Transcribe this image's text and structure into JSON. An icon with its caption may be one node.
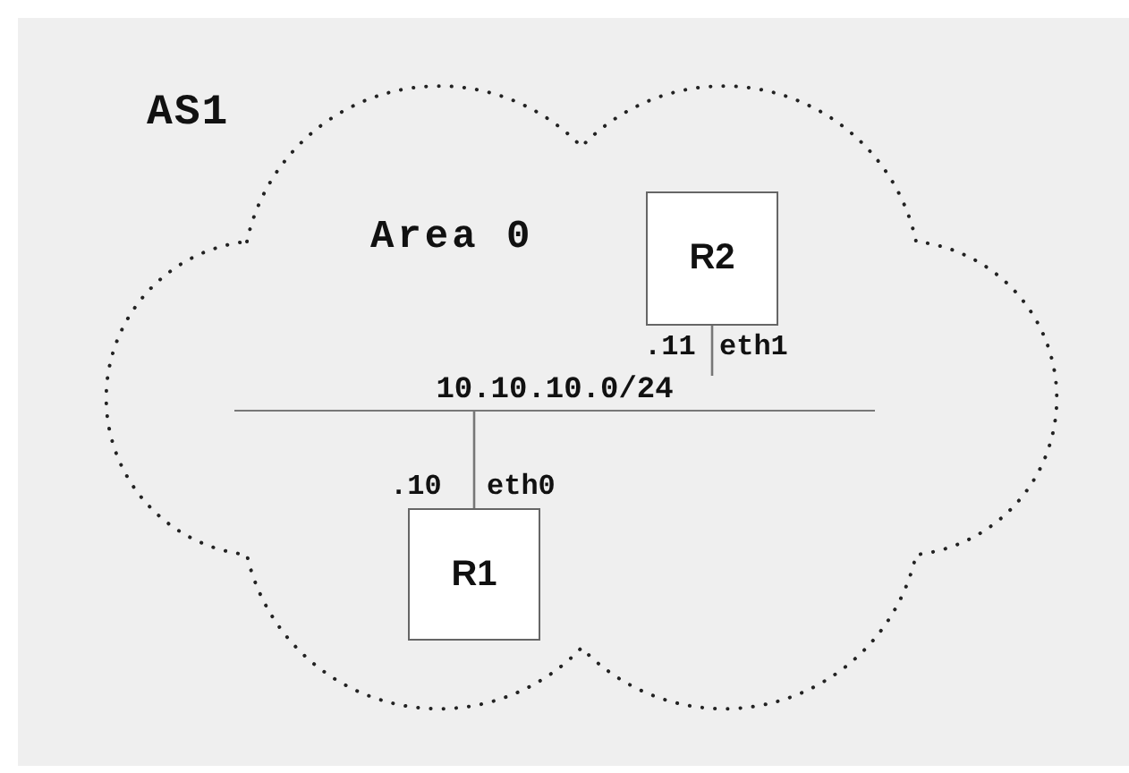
{
  "diagram": {
    "nodes": [
      {
        "text": [
          "AS1"
        ]
      },
      {
        "text": [
          "Area 0"
        ],
        "in": 0
      },
      {
        "text": [
          "R2"
        ],
        "in": 1
      },
      {
        "text": [
          "10.10.10.0/24"
        ],
        "in": 1
      },
      {
        "text": [
          "R1"
        ],
        "in": 1
      }
    ],
    "edges": [
      {
        "from": 2,
        "to": 3,
        "arrow": "none"
      },
      {
        "from": 3,
        "to": 4,
        "arrow": "none"
      }
    ],
    "labels": [
      ".11",
      "eth1",
      ".10",
      "eth0"
    ]
  }
}
